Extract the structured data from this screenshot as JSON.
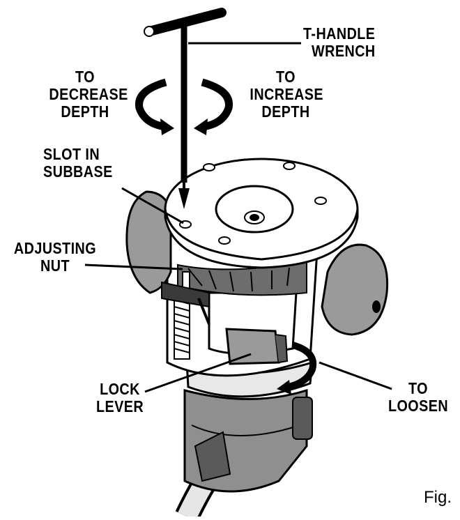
{
  "labels": {
    "t_handle_wrench": [
      "T-HANDLE",
      "WRENCH"
    ],
    "to_decrease_depth": [
      "TO",
      "DECREASE",
      "DEPTH"
    ],
    "to_increase_depth": [
      "TO",
      "INCREASE",
      "DEPTH"
    ],
    "slot_in_subbase": [
      "SLOT IN",
      "SUBBASE"
    ],
    "adjusting_nut": [
      "ADJUSTING",
      "NUT"
    ],
    "lock_lever": [
      "LOCK",
      "LEVER"
    ],
    "to_loosen": [
      "TO",
      "LOOSEN"
    ]
  },
  "figure_caption": "Fig.",
  "colors": {
    "ink": "#000000",
    "paper": "#ffffff",
    "gray_light": "#d9d9d9",
    "gray_mid": "#9a9a9a",
    "gray_dark": "#4a4a4a"
  }
}
